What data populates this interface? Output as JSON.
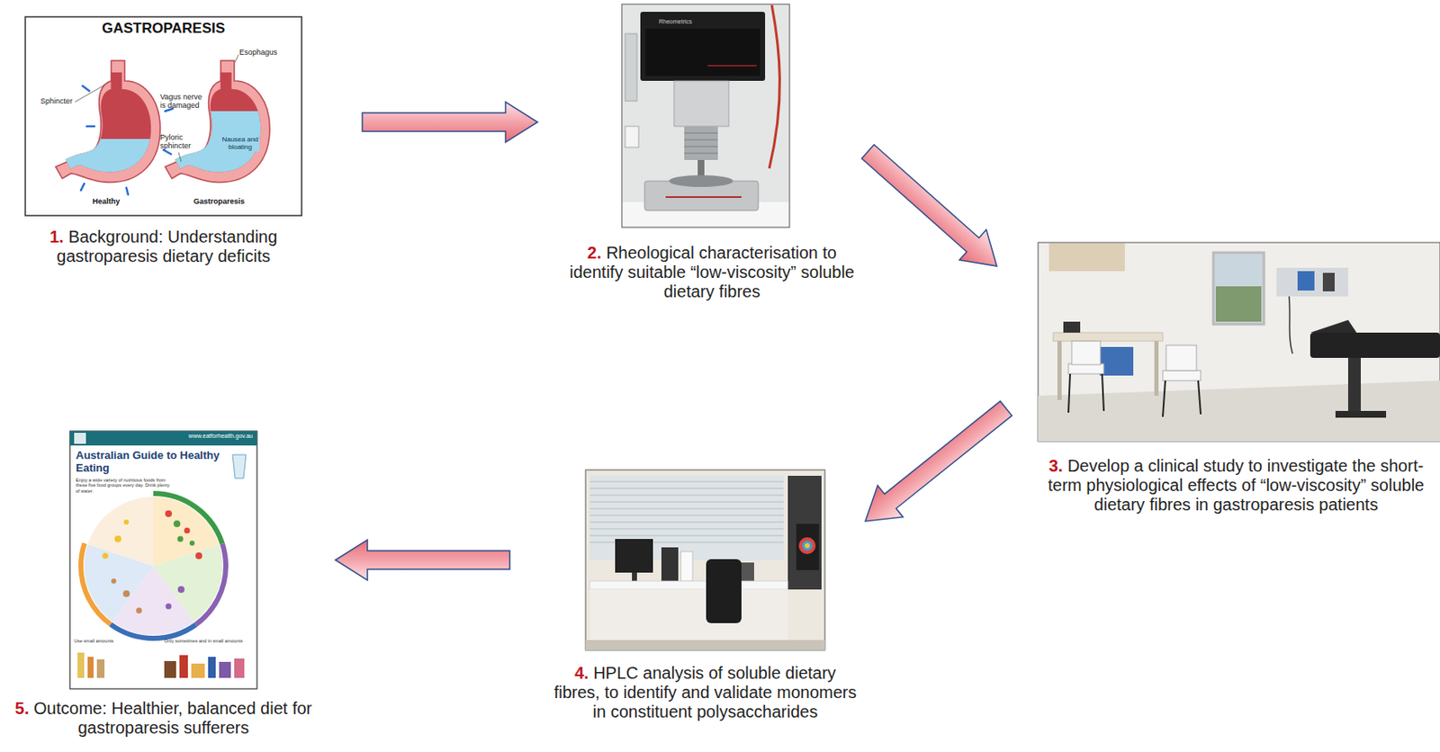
{
  "diagram": {
    "nodes": [
      {
        "text": [
          "1.",
          "Background: Understanding gastroparesis dietary deficits"
        ]
      },
      {
        "text": [
          "2.",
          "Rheological characterisation to identify suitable “low-viscosity” soluble dietary fibres"
        ]
      },
      {
        "text": [
          "3.",
          "Develop a clinical study to investigate the short-term physiological effects of “low-viscosity” soluble dietary fibres in gastroparesis patients"
        ]
      },
      {
        "text": [
          "4.",
          "HPLC analysis of soluble dietary fibres, to identify and validate monomers in constituent polysaccharides"
        ]
      },
      {
        "text": [
          "5.",
          "Outcome: Healthier, balanced diet for gastroparesis sufferers"
        ]
      }
    ],
    "edges": [
      {
        "from": 0,
        "to": 1,
        "arrow": "to"
      },
      {
        "from": 1,
        "to": 2,
        "arrow": "to"
      },
      {
        "from": 2,
        "to": 3,
        "arrow": "to"
      },
      {
        "from": 3,
        "to": 4,
        "arrow": "to"
      }
    ],
    "labels": [
      "GASTROPARESIS",
      "Esophagus",
      "Sphincter",
      "Vagus nerve is damaged",
      "Pyloric sphincter",
      "Nausea and bloating",
      "Healthy",
      "Gastroparesis",
      "Rheometrics",
      "www.eatforhealth.gov.au",
      "Australian Guide to Healthy Eating",
      "Enjoy a wide variety of nutritious foods from these five food groups every day. Drink plenty of water.",
      "Use small amounts",
      "Only sometimes and in small amounts"
    ]
  }
}
